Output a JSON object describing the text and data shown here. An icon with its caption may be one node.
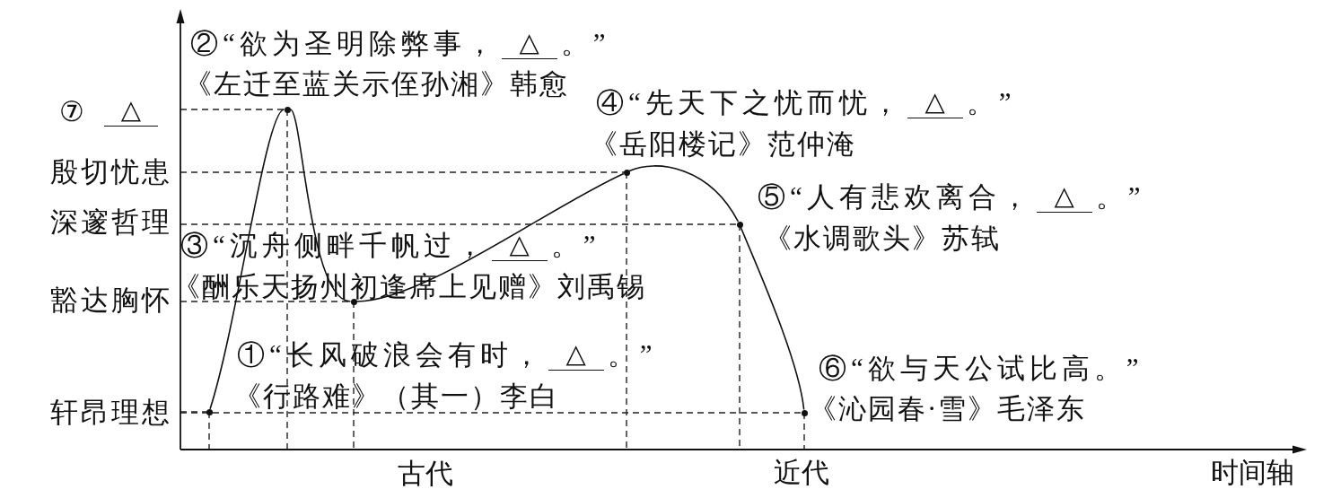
{
  "diagram": {
    "nodes": [
      {
        "text": [],
        "shape": "circle",
        "beside": [
          "①“长风破浪会有时，",
          "△",
          "。”",
          "《行路难》（其一）李白"
        ]
      },
      {
        "text": [],
        "shape": "circle",
        "beside": [
          "②“欲为圣明除弊事，",
          "△",
          "。”",
          "《左迁至蓝关示侄孙湘》韩愈"
        ]
      },
      {
        "text": [],
        "shape": "circle",
        "beside": [
          "③“沉舟侧畔千帆过，",
          "△",
          "。”",
          "《酬乐天扬州初逢席上见赠》刘禹锡"
        ]
      },
      {
        "text": [],
        "shape": "circle",
        "beside": [
          "④“先天下之忧而忧，",
          "△",
          "。”",
          "《岳阳楼记》范仲淹"
        ]
      },
      {
        "text": [],
        "shape": "circle",
        "beside": [
          "⑤“人有悲欢离合，",
          "△",
          "。”",
          "《水调歌头》苏轼"
        ]
      },
      {
        "text": [],
        "shape": "circle",
        "beside": [
          "⑥“欲与天公试比高。”",
          "《沁园春·雪》毛泽东"
        ]
      }
    ],
    "edges": [
      {
        "from": 0,
        "to": 1,
        "arrow": "none"
      },
      {
        "from": 1,
        "to": 2,
        "arrow": "none"
      },
      {
        "from": 2,
        "to": 3,
        "arrow": "none"
      },
      {
        "from": 3,
        "to": 4,
        "arrow": "none"
      },
      {
        "from": 4,
        "to": 5,
        "arrow": "none"
      }
    ],
    "labels": [
      "⑦",
      "△",
      "殷切忧患",
      "深邃哲理",
      "豁达胸怀",
      "轩昂理想",
      "古代",
      "近代",
      "时间轴"
    ]
  }
}
